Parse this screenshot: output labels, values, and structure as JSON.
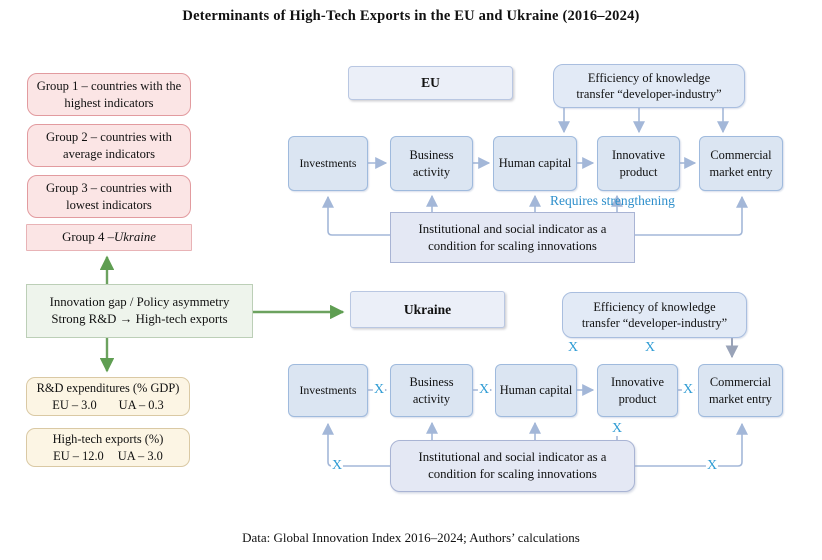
{
  "title": "Determinants of High-Tech Exports in the EU and Ukraine (2016–2024)",
  "caption": "Data: Global Innovation Index 2016–2024; Authors’ calculations",
  "left_panel": {
    "groups": [
      "Group 1 – countries with the highest indicators",
      "Group 2 – countries with average indicators",
      "Group 3 – countries with lowest indicators"
    ],
    "group4": {
      "prefix": "Group 4 – ",
      "country": "Ukraine"
    },
    "gap_box": {
      "line1": "Innovation gap / Policy asymmetry",
      "line2": "Strong R&D → High-tech exports"
    },
    "stats": [
      {
        "title": "R&D expenditures (% GDP)",
        "eu": "EU – 3.0",
        "ua": "UA – 0.3"
      },
      {
        "title": "High-tech exports (%)",
        "eu": "EU – 12.0",
        "ua": "UA – 3.0"
      }
    ]
  },
  "eu": {
    "header": "EU",
    "efficiency": {
      "line1": "Efficiency of knowledge",
      "line2": "transfer “developer-industry”"
    },
    "flow": [
      "Investments",
      "Business activity",
      "Human capital",
      "Innovative product",
      "Commercial market entry"
    ],
    "note": "Requires strengthening",
    "institutional": {
      "line1": "Institutional and social indicator as a",
      "line2": "condition for scaling innovations"
    }
  },
  "ukraine": {
    "header": "Ukraine",
    "efficiency": {
      "line1": "Efficiency of knowledge",
      "line2": "transfer “developer-industry”"
    },
    "flow": [
      "Investments",
      "Business activity",
      "Human capital",
      "Innovative product",
      "Commercial market entry"
    ],
    "institutional": {
      "line1": "Institutional and social indicator as a",
      "line2": "condition for scaling innovations"
    },
    "x_mark": "X"
  },
  "colors": {
    "pink_fill": "#fbe5e5",
    "pink_border": "#e29b9f",
    "green_fill": "#eef4ec",
    "green_border": "#bccfb7",
    "green_arrow": "#61a050",
    "tan_fill": "#fcf5e4",
    "tan_border": "#dac9a4",
    "blue_fill": "#dbe5f2",
    "blue_border": "#9fbadd",
    "blue_arrow": "#a3b7d8",
    "gray_arrow": "#99a3b8",
    "note_blue": "#2e8fcb",
    "x_blue": "#2f9cd4"
  }
}
